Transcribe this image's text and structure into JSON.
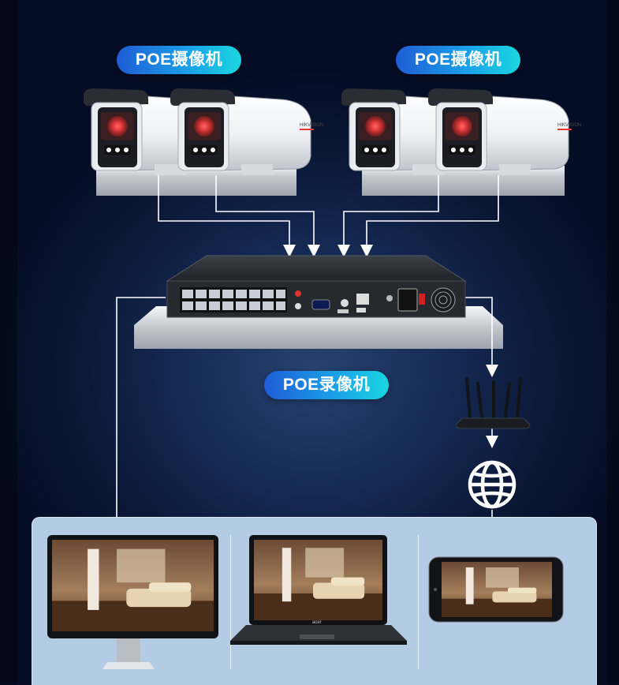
{
  "labels": {
    "cameras_left": "POE摄像机",
    "cameras_right": "POE摄像机",
    "nvr": "POE录像机"
  },
  "camera_brand": "HIKVISION",
  "laptop_brand": "acer",
  "colors": {
    "pill_start": "#1f5dd6",
    "pill_end": "#1ad6e0",
    "connector": "#ffffff",
    "panel": "#b4cbe6",
    "background": "#0a1633"
  },
  "icons": {
    "router": "router-icon",
    "internet": "globe-icon",
    "monitor": "monitor-icon",
    "laptop": "laptop-icon",
    "phone": "smartphone-icon"
  }
}
